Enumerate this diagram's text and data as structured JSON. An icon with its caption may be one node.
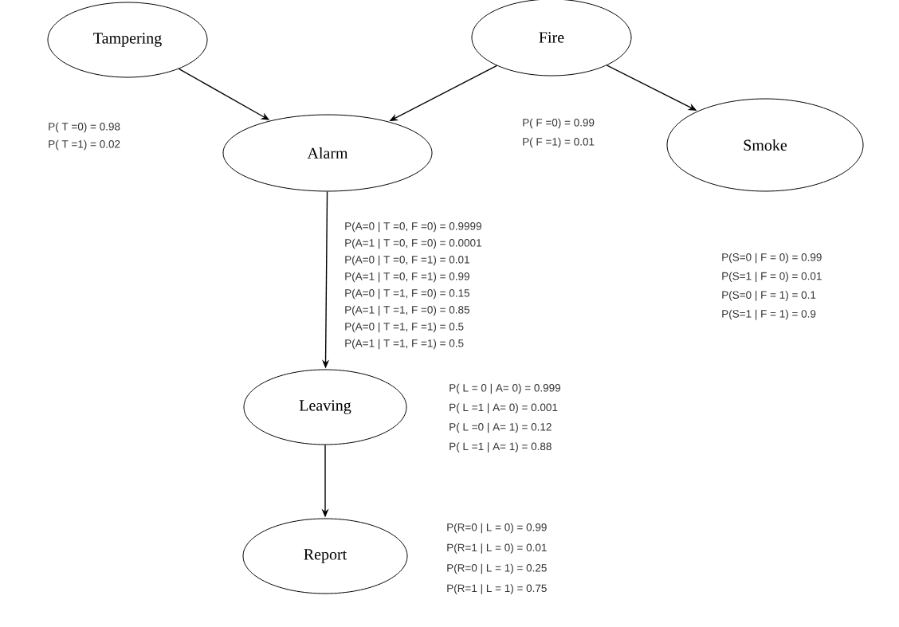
{
  "diagram": {
    "nodes": [
      {
        "text": [
          "Tampering"
        ],
        "beside": [
          "P( T =0) = 0.98",
          "P( T =1) = 0.02"
        ]
      },
      {
        "text": [
          "Fire"
        ],
        "beside": [
          "P( F =0) = 0.99",
          "P( F =1) = 0.01"
        ]
      },
      {
        "text": [
          "Alarm"
        ],
        "beside": [
          "P(A=0 | T =0, F =0) = 0.9999",
          "P(A=1 | T =0, F =0) = 0.0001",
          "P(A=0 | T =0, F =1) = 0.01",
          "P(A=1 | T =0, F =1) = 0.99",
          "P(A=0 | T =1, F =0) = 0.15",
          "P(A=1 | T =1, F =0) = 0.85",
          "P(A=0 | T =1, F =1) = 0.5",
          "P(A=1 | T =1, F =1) = 0.5"
        ]
      },
      {
        "text": [
          "Smoke"
        ],
        "beside": [
          "P(S=0 | F = 0) = 0.99",
          "P(S=1 | F = 0) = 0.01",
          "P(S=0 | F = 1) = 0.1",
          "P(S=1 | F = 1) = 0.9"
        ]
      },
      {
        "text": [
          "Leaving"
        ],
        "beside": [
          "P( L = 0 | A= 0) = 0.999",
          "P( L =1 | A= 0) = 0.001",
          "P( L =0 | A= 1) = 0.12",
          "P( L =1 | A= 1) = 0.88"
        ]
      },
      {
        "text": [
          "Report"
        ],
        "beside": [
          "P(R=0 | L = 0) = 0.99",
          "P(R=1 | L = 0) = 0.01",
          "P(R=0 | L = 1) = 0.25",
          "P(R=1 | L = 1) = 0.75"
        ]
      }
    ],
    "edges": [
      {
        "from": 0,
        "to": 2,
        "arrow": "to"
      },
      {
        "from": 1,
        "to": 2,
        "arrow": "to"
      },
      {
        "from": 1,
        "to": 3,
        "arrow": "to"
      },
      {
        "from": 2,
        "to": 4,
        "arrow": "to"
      },
      {
        "from": 4,
        "to": 5,
        "arrow": "to"
      }
    ]
  }
}
